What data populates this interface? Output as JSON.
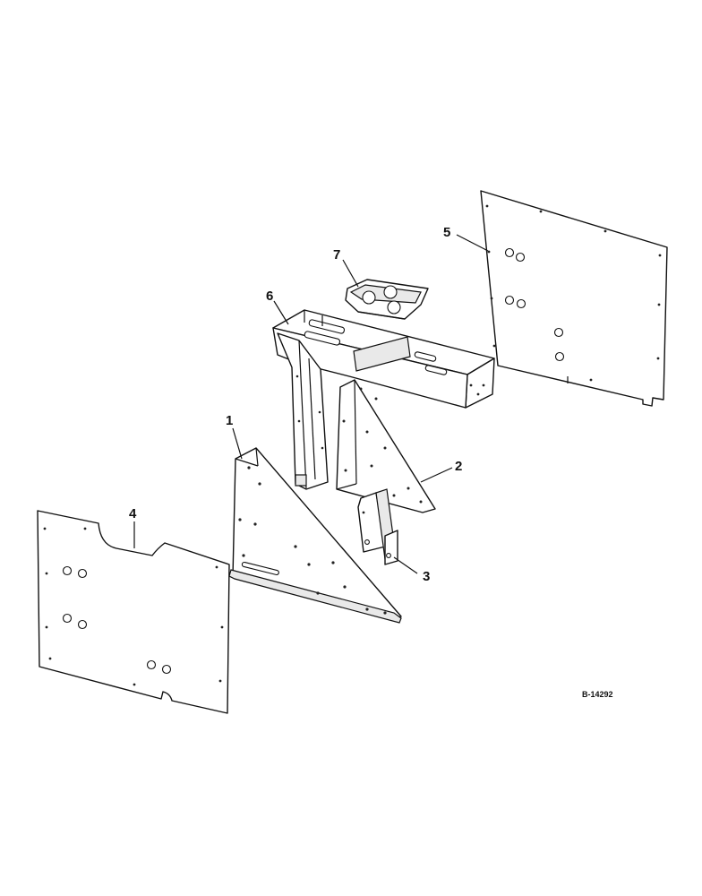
{
  "callouts": {
    "part1": "1",
    "part2": "2",
    "part3": "3",
    "part4": "4",
    "part5": "5",
    "part6": "6",
    "part7": "7"
  },
  "drawing_number": "B-14292",
  "colors": {
    "line": "#111111",
    "background": "#ffffff"
  }
}
